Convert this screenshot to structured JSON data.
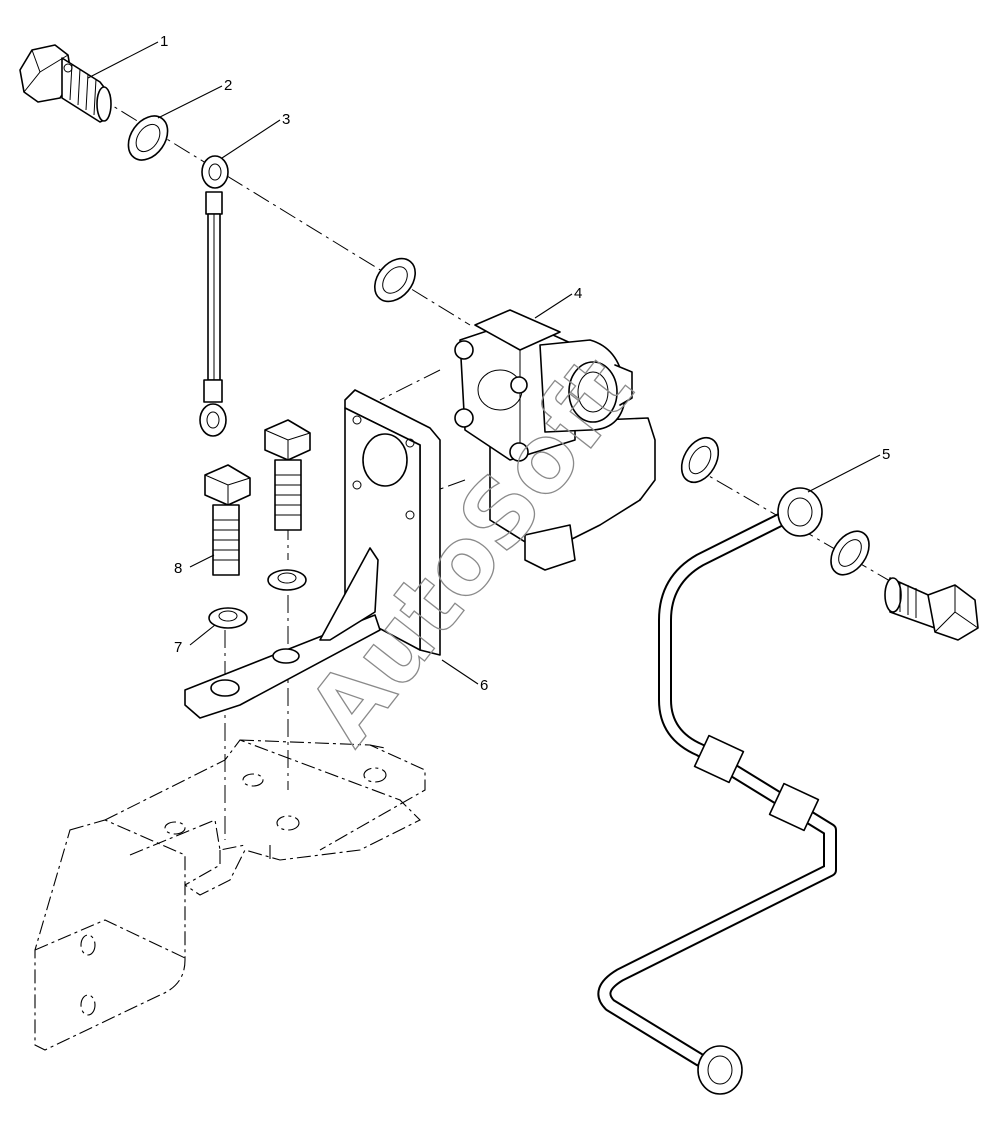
{
  "callouts": [
    {
      "id": "callout-1",
      "label": "1"
    },
    {
      "id": "callout-2",
      "label": "2"
    },
    {
      "id": "callout-3",
      "label": "3"
    },
    {
      "id": "callout-4",
      "label": "4"
    },
    {
      "id": "callout-5",
      "label": "5"
    },
    {
      "id": "callout-6",
      "label": "6"
    },
    {
      "id": "callout-7",
      "label": "7"
    },
    {
      "id": "callout-8",
      "label": "8"
    }
  ],
  "watermark": "AutoSoft"
}
